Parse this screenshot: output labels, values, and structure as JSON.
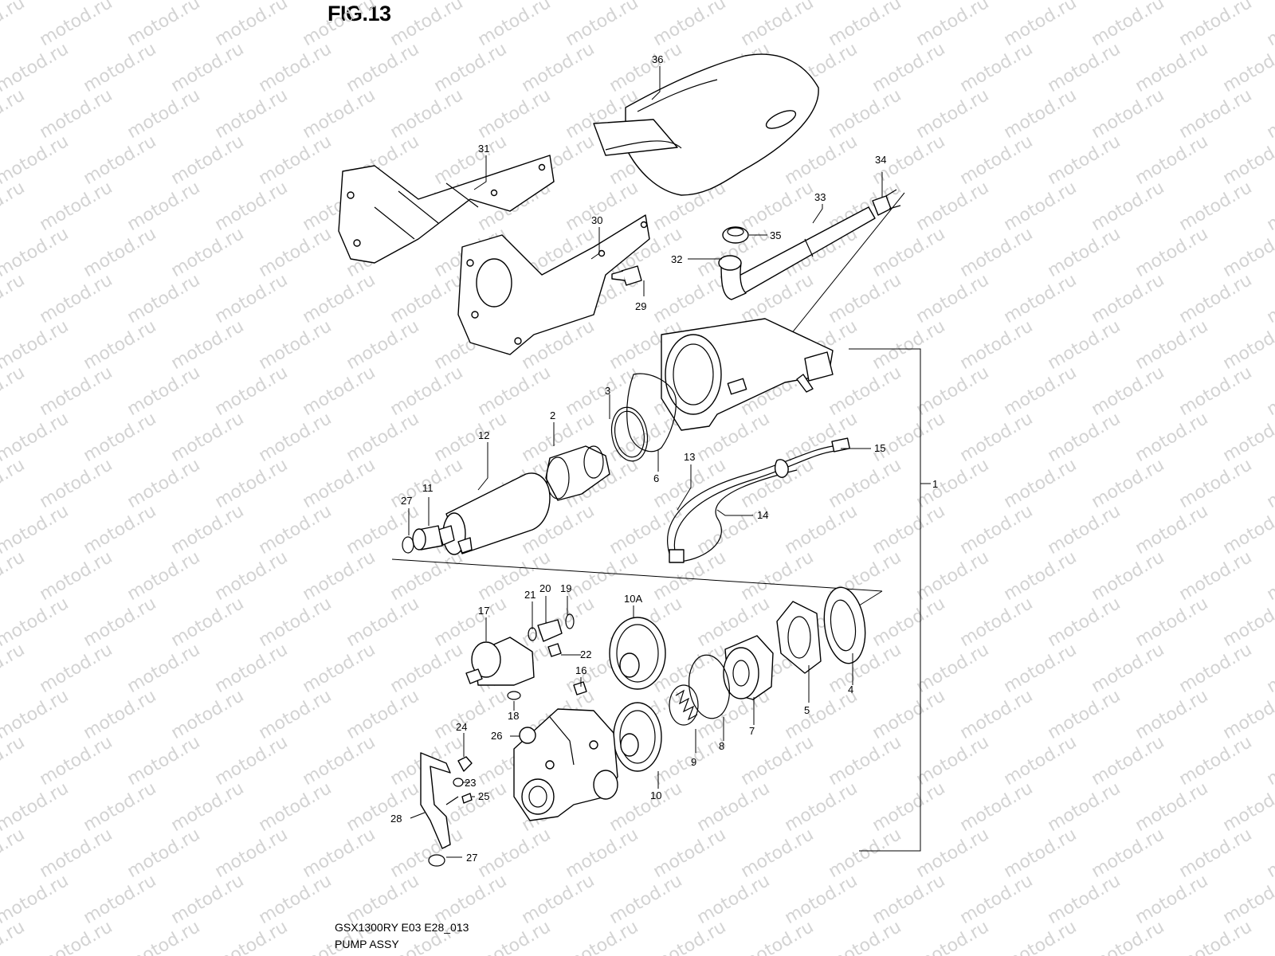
{
  "figure": {
    "title": "FIG.13",
    "code": "GSX1300RY E03 E28_013",
    "name": "PUMP ASSY"
  },
  "watermark": {
    "text": "motod.ru",
    "color": "#d3d3d3"
  },
  "callouts": [
    "1",
    "2",
    "3",
    "4",
    "5",
    "6",
    "7",
    "8",
    "9",
    "10",
    "10A",
    "11",
    "12",
    "13",
    "14",
    "15",
    "16",
    "17",
    "18",
    "19",
    "20",
    "21",
    "22",
    "23",
    "24",
    "25",
    "26",
    "27",
    "27",
    "28",
    "29",
    "30",
    "31",
    "32",
    "33",
    "34",
    "35",
    "36"
  ]
}
